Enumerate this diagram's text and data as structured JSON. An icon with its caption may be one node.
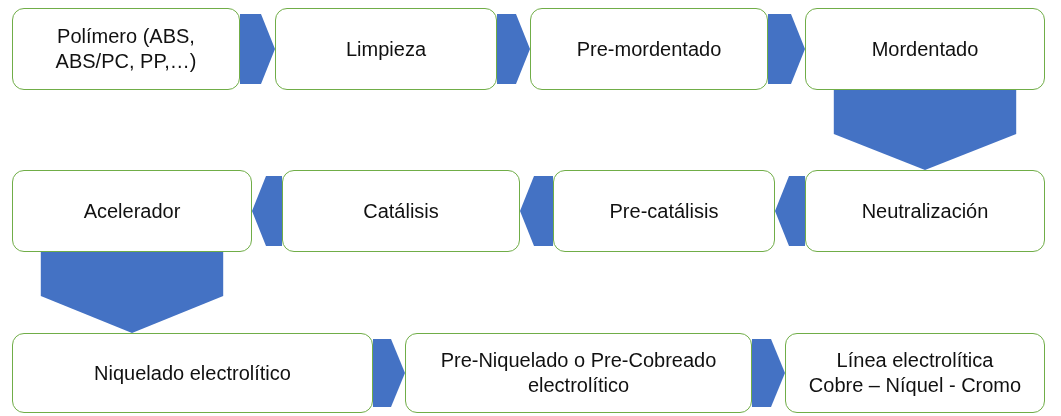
{
  "diagram": {
    "nodes": [
      {
        "text": [
          "Polímero (ABS, ABS/PC, PP,…)"
        ]
      },
      {
        "text": [
          "Limpieza"
        ]
      },
      {
        "text": [
          "Pre-mordentado"
        ]
      },
      {
        "text": [
          "Mordentado"
        ]
      },
      {
        "text": [
          "Acelerador"
        ]
      },
      {
        "text": [
          "Catálisis"
        ]
      },
      {
        "text": [
          "Pre-catálisis"
        ]
      },
      {
        "text": [
          "Neutralización"
        ]
      },
      {
        "text": [
          "Niquelado electrolítico"
        ]
      },
      {
        "text": [
          "Pre-Niquelado o Pre-Cobreado electrolítico"
        ]
      },
      {
        "text": [
          "Línea electrolítica Cobre – Níquel - Cromo"
        ]
      }
    ],
    "edges": [
      {
        "from": 0,
        "to": 1,
        "arrow": "to"
      },
      {
        "from": 1,
        "to": 2,
        "arrow": "to"
      },
      {
        "from": 2,
        "to": 3,
        "arrow": "to"
      },
      {
        "from": 3,
        "to": 7,
        "arrow": "to"
      },
      {
        "from": 7,
        "to": 6,
        "arrow": "to"
      },
      {
        "from": 6,
        "to": 5,
        "arrow": "to"
      },
      {
        "from": 5,
        "to": 4,
        "arrow": "to"
      },
      {
        "from": 4,
        "to": 8,
        "arrow": "to"
      },
      {
        "from": 8,
        "to": 9,
        "arrow": "to"
      },
      {
        "from": 9,
        "to": 10,
        "arrow": "to"
      }
    ]
  }
}
